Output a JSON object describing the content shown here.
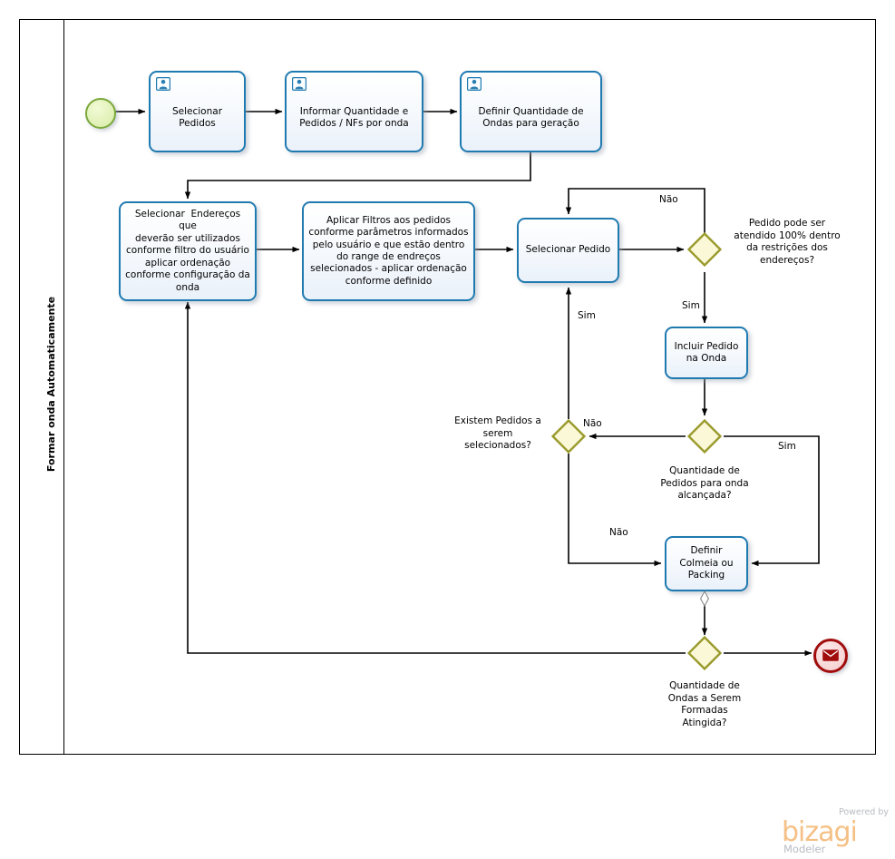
{
  "diagram": {
    "pool_label": "Formar onda Automaticamente",
    "tool_branding": {
      "powered_by": "Powered by",
      "brand": "bizagi",
      "product": "Modeler"
    },
    "colors": {
      "task_border": "#1f7ab0",
      "gateway_fill": "#fbf8d8",
      "gateway_border": "#9a9a2c",
      "start_event_border": "#7ba83c",
      "end_event_border": "#a10d0d",
      "connector": "#000000",
      "brand_orange": "#f5c086"
    },
    "nodes": {
      "start_event": {
        "name": "start-event",
        "type": "start-event"
      },
      "task_selecionar_pedidos": {
        "label": "Selecionar\nPedidos",
        "type": "user-task",
        "icon": "user-task-icon"
      },
      "task_informar_quantidade": {
        "label": "Informar Quantidade e\nPedidos / NFs por onda",
        "type": "user-task",
        "icon": "user-task-icon"
      },
      "task_definir_quantidade_ondas": {
        "label": "Definir Quantidade de\nOndas para geração",
        "type": "user-task",
        "icon": "user-task-icon"
      },
      "task_selecionar_enderecos": {
        "label": "Selecionar  Endereços que deverão ser utilizados conforme filtro do usuário aplicar ordenação conforme configuração da onda",
        "type": "task"
      },
      "task_aplicar_filtros": {
        "label": "Aplicar Filtros aos pedidos conforme parâmetros informados pelo usuário e que estão dentro do range de endreços selecionados - aplicar ordenação conforme definido",
        "type": "task"
      },
      "task_selecionar_pedido": {
        "label": "Selecionar Pedido",
        "type": "task"
      },
      "task_incluir_pedido": {
        "label": "Incluir Pedido\nna Onda",
        "type": "task"
      },
      "task_definir_colmeia": {
        "label": "Definir\nColmeia ou\nPacking",
        "type": "task",
        "marker": "loop-marker"
      },
      "gateway_pedido_atendido": {
        "label": "Pedido pode ser atendido 100% dentro da restrições dos endereços?",
        "type": "exclusive-gateway"
      },
      "gateway_existem_pedidos": {
        "label": "Existem Pedidos a serem selecionados?",
        "type": "exclusive-gateway"
      },
      "gateway_quantidade_pedidos": {
        "label": "Quantidade de Pedidos para onda alcançada?",
        "type": "exclusive-gateway"
      },
      "gateway_quantidade_ondas": {
        "label": "Quantidade de Ondas a Serem Formadas Atingida?",
        "type": "exclusive-gateway"
      },
      "end_event": {
        "name": "message-end-event",
        "type": "message-end-event",
        "icon": "envelope-icon"
      }
    },
    "flow_labels": {
      "nao_top": "Não",
      "sim_incluir": "Sim",
      "sim_selecionar_pedido": "Sim",
      "nao_existem": "Não",
      "sim_quantidade": "Sim",
      "nao_colmeia": "Não"
    }
  }
}
